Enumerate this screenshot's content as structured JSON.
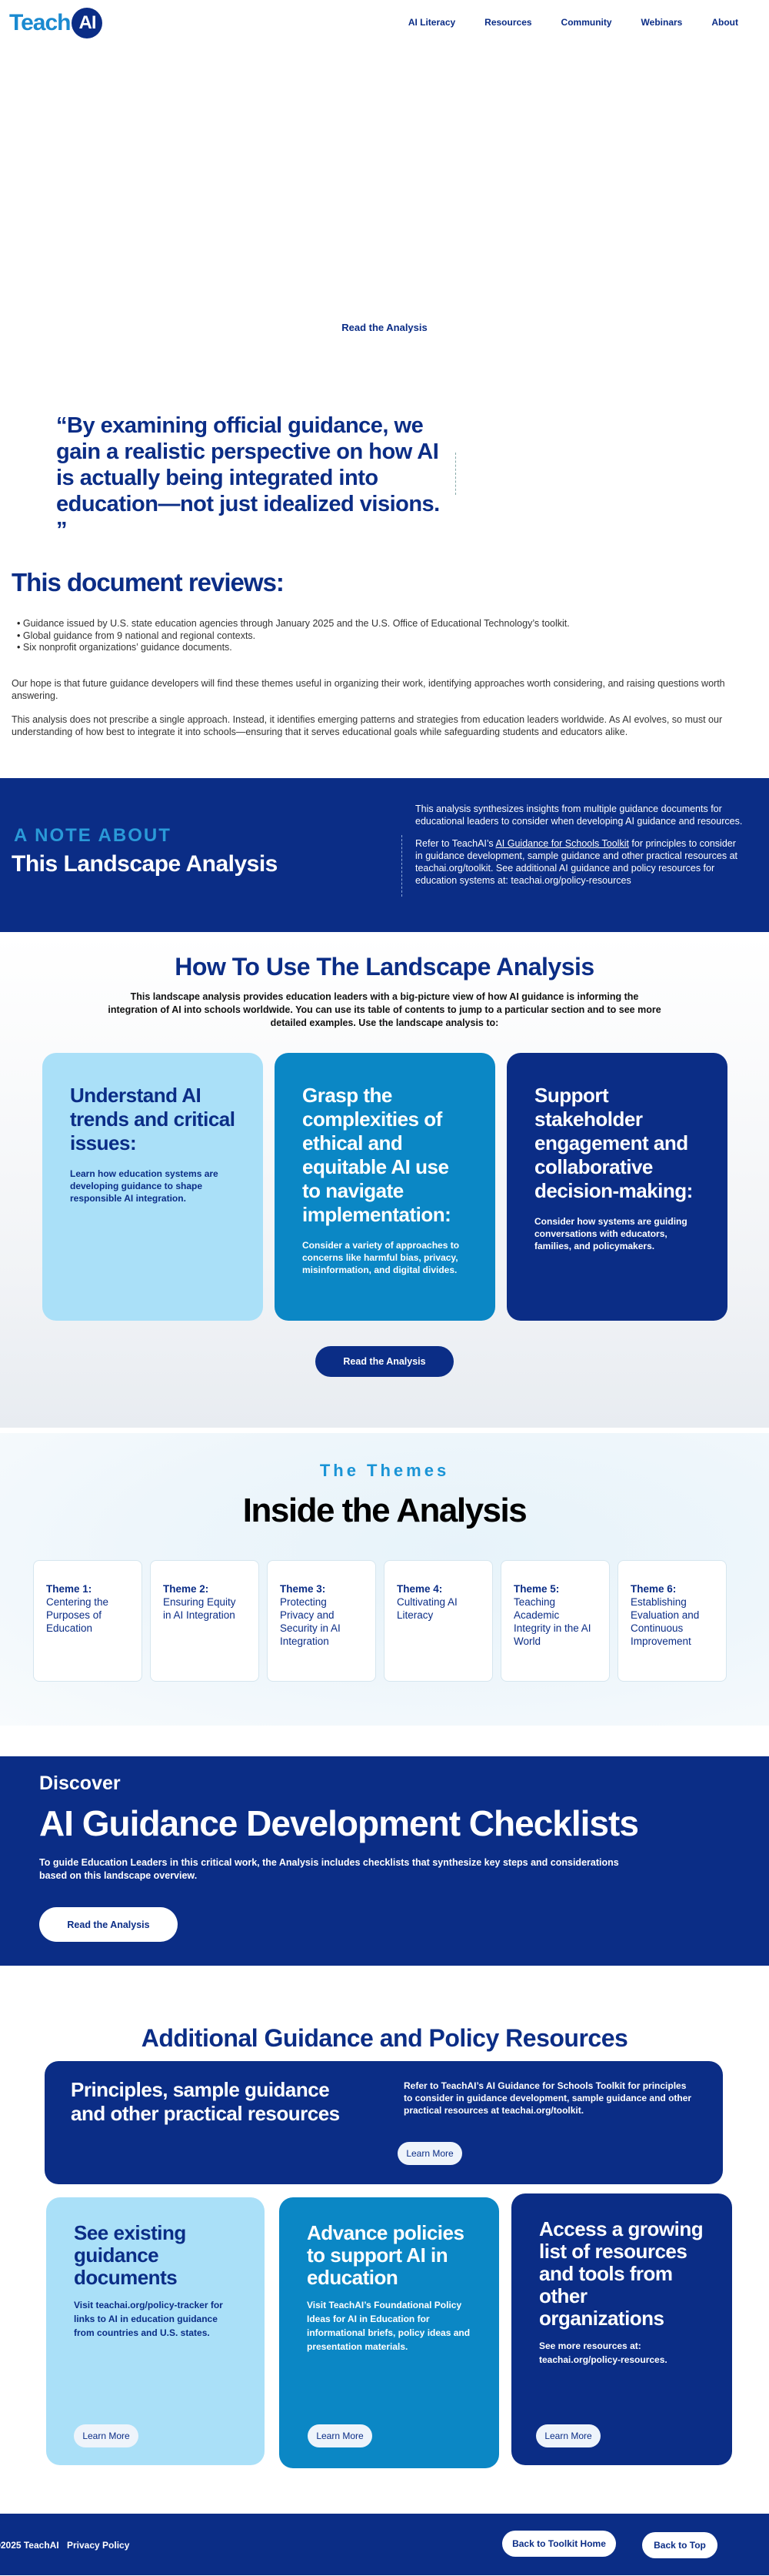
{
  "header": {
    "logo_text": "Teach",
    "logo_badge": "AI",
    "nav": [
      "AI Literacy",
      "Resources",
      "Community",
      "Webinars",
      "About"
    ]
  },
  "hero": {
    "link_label": "Read the Analysis"
  },
  "quote": {
    "text": "“By examining official guidance, we gain a realistic perspective on how AI is actually being integrated into education—not just idealized visions. ”"
  },
  "reviews": {
    "title": "This document reviews:",
    "bullets": [
      "Guidance issued by U.S. state education agencies through January 2025 and the U.S. Office of Educational Technology’s toolkit.",
      "Global guidance from 9 national and regional contexts.",
      "Six nonprofit organizations’ guidance documents."
    ],
    "paragraphs": [
      "Our hope is that future guidance developers will find these themes useful in organizing their work, identifying approaches worth considering, and raising questions worth answering.",
      "This analysis does not prescribe a single approach. Instead, it identifies emerging patterns and strategies from education leaders worldwide. As AI evolves, so must our understanding of how best to integrate it into schools—ensuring that it serves educational goals while safeguarding students and educators alike."
    ]
  },
  "note": {
    "kicker": "A NOTE ABOUT",
    "title": "This Landscape Analysis",
    "p1": "This analysis synthesizes insights from multiple guidance documents for educational leaders to consider when developing AI guidance and resources.",
    "p2_before": "Refer to TeachAI’s ",
    "p2_link": "AI Guidance for Schools Toolkit",
    "p2_after": " for principles to consider in guidance development, sample guidance and other practical resources at teachai.org/toolkit. See additional AI guidance and policy resources for education systems at: teachai.org/policy-resources"
  },
  "howto": {
    "title": "How To Use The Landscape Analysis",
    "intro": "This landscape analysis provides education leaders with a big-picture view of how AI guidance is informing the integration of AI into schools worldwide. You can use its table of contents to jump to a particular section and to see more detailed examples. Use the landscape analysis to:",
    "cards": [
      {
        "title": "Understand AI trends and critical issues:",
        "text": "Learn how education systems are developing guidance to shape responsible AI integration."
      },
      {
        "title": "Grasp the complexities of ethical and equitable AI use to navigate implementation:",
        "text": "Consider a variety of approaches to concerns like harmful bias, privacy, misinformation, and digital divides."
      },
      {
        "title": "Support stakeholder engagement and collaborative decision-making:",
        "text": "Consider how systems are guiding conversations with educators, families, and policymakers."
      }
    ],
    "button": "Read the Analysis"
  },
  "themes": {
    "kicker": "The Themes",
    "title": "Inside the Analysis",
    "items": [
      {
        "label": "Theme 1:",
        "title": "Centering the Purposes of Education"
      },
      {
        "label": "Theme 2:",
        "title": "Ensuring Equity in AI Integration"
      },
      {
        "label": "Theme 3:",
        "title": "Protecting Privacy and Security in AI Integration"
      },
      {
        "label": "Theme 4:",
        "title": "Cultivating AI Literacy"
      },
      {
        "label": "Theme 5:",
        "title": "Teaching Academic Integrity in the AI World"
      },
      {
        "label": "Theme 6:",
        "title": "Establishing Evaluation and Continuous Improvement"
      }
    ]
  },
  "discover": {
    "kicker": "Discover",
    "title": "AI Guidance Development Checklists",
    "text": "To guide Education Leaders in this critical work, the Analysis includes checklists that synthesize key steps and considerations based on this landscape overview.",
    "button": "Read the Analysis"
  },
  "additional": {
    "title": "Additional Guidance and Policy Resources",
    "wide": {
      "title": "Principles, sample guidance and other practical resources",
      "text": "Refer to TeachAI’s AI Guidance for Schools Toolkit for principles to consider in guidance development, sample guidance and other practical resources at teachai.org/toolkit.",
      "button": "Learn More"
    },
    "cards": [
      {
        "title": "See existing guidance documents",
        "text": "Visit teachai.org/policy-tracker for links to AI in education guidance from countries and U.S. states.",
        "button": "Learn More"
      },
      {
        "title": "Advance policies to support AI in education",
        "text": "Visit TeachAI’s Foundational Policy Ideas for AI in Education for informational briefs, policy ideas and presentation materials.",
        "button": "Learn More"
      },
      {
        "title": "Access a growing list of resources and tools from other organizations",
        "text": "See more resources at: teachai.org/policy-resources.",
        "button": "Learn More"
      }
    ]
  },
  "footer": {
    "copyright": "©2025 TeachAI",
    "privacy": "Privacy Policy",
    "toolkit_home": "Back to Toolkit Home",
    "back_top": "Back to Top"
  },
  "colors": {
    "navy": "#0b2d86",
    "mid_blue": "#0b87c5",
    "light_blue": "#aae0f8"
  }
}
